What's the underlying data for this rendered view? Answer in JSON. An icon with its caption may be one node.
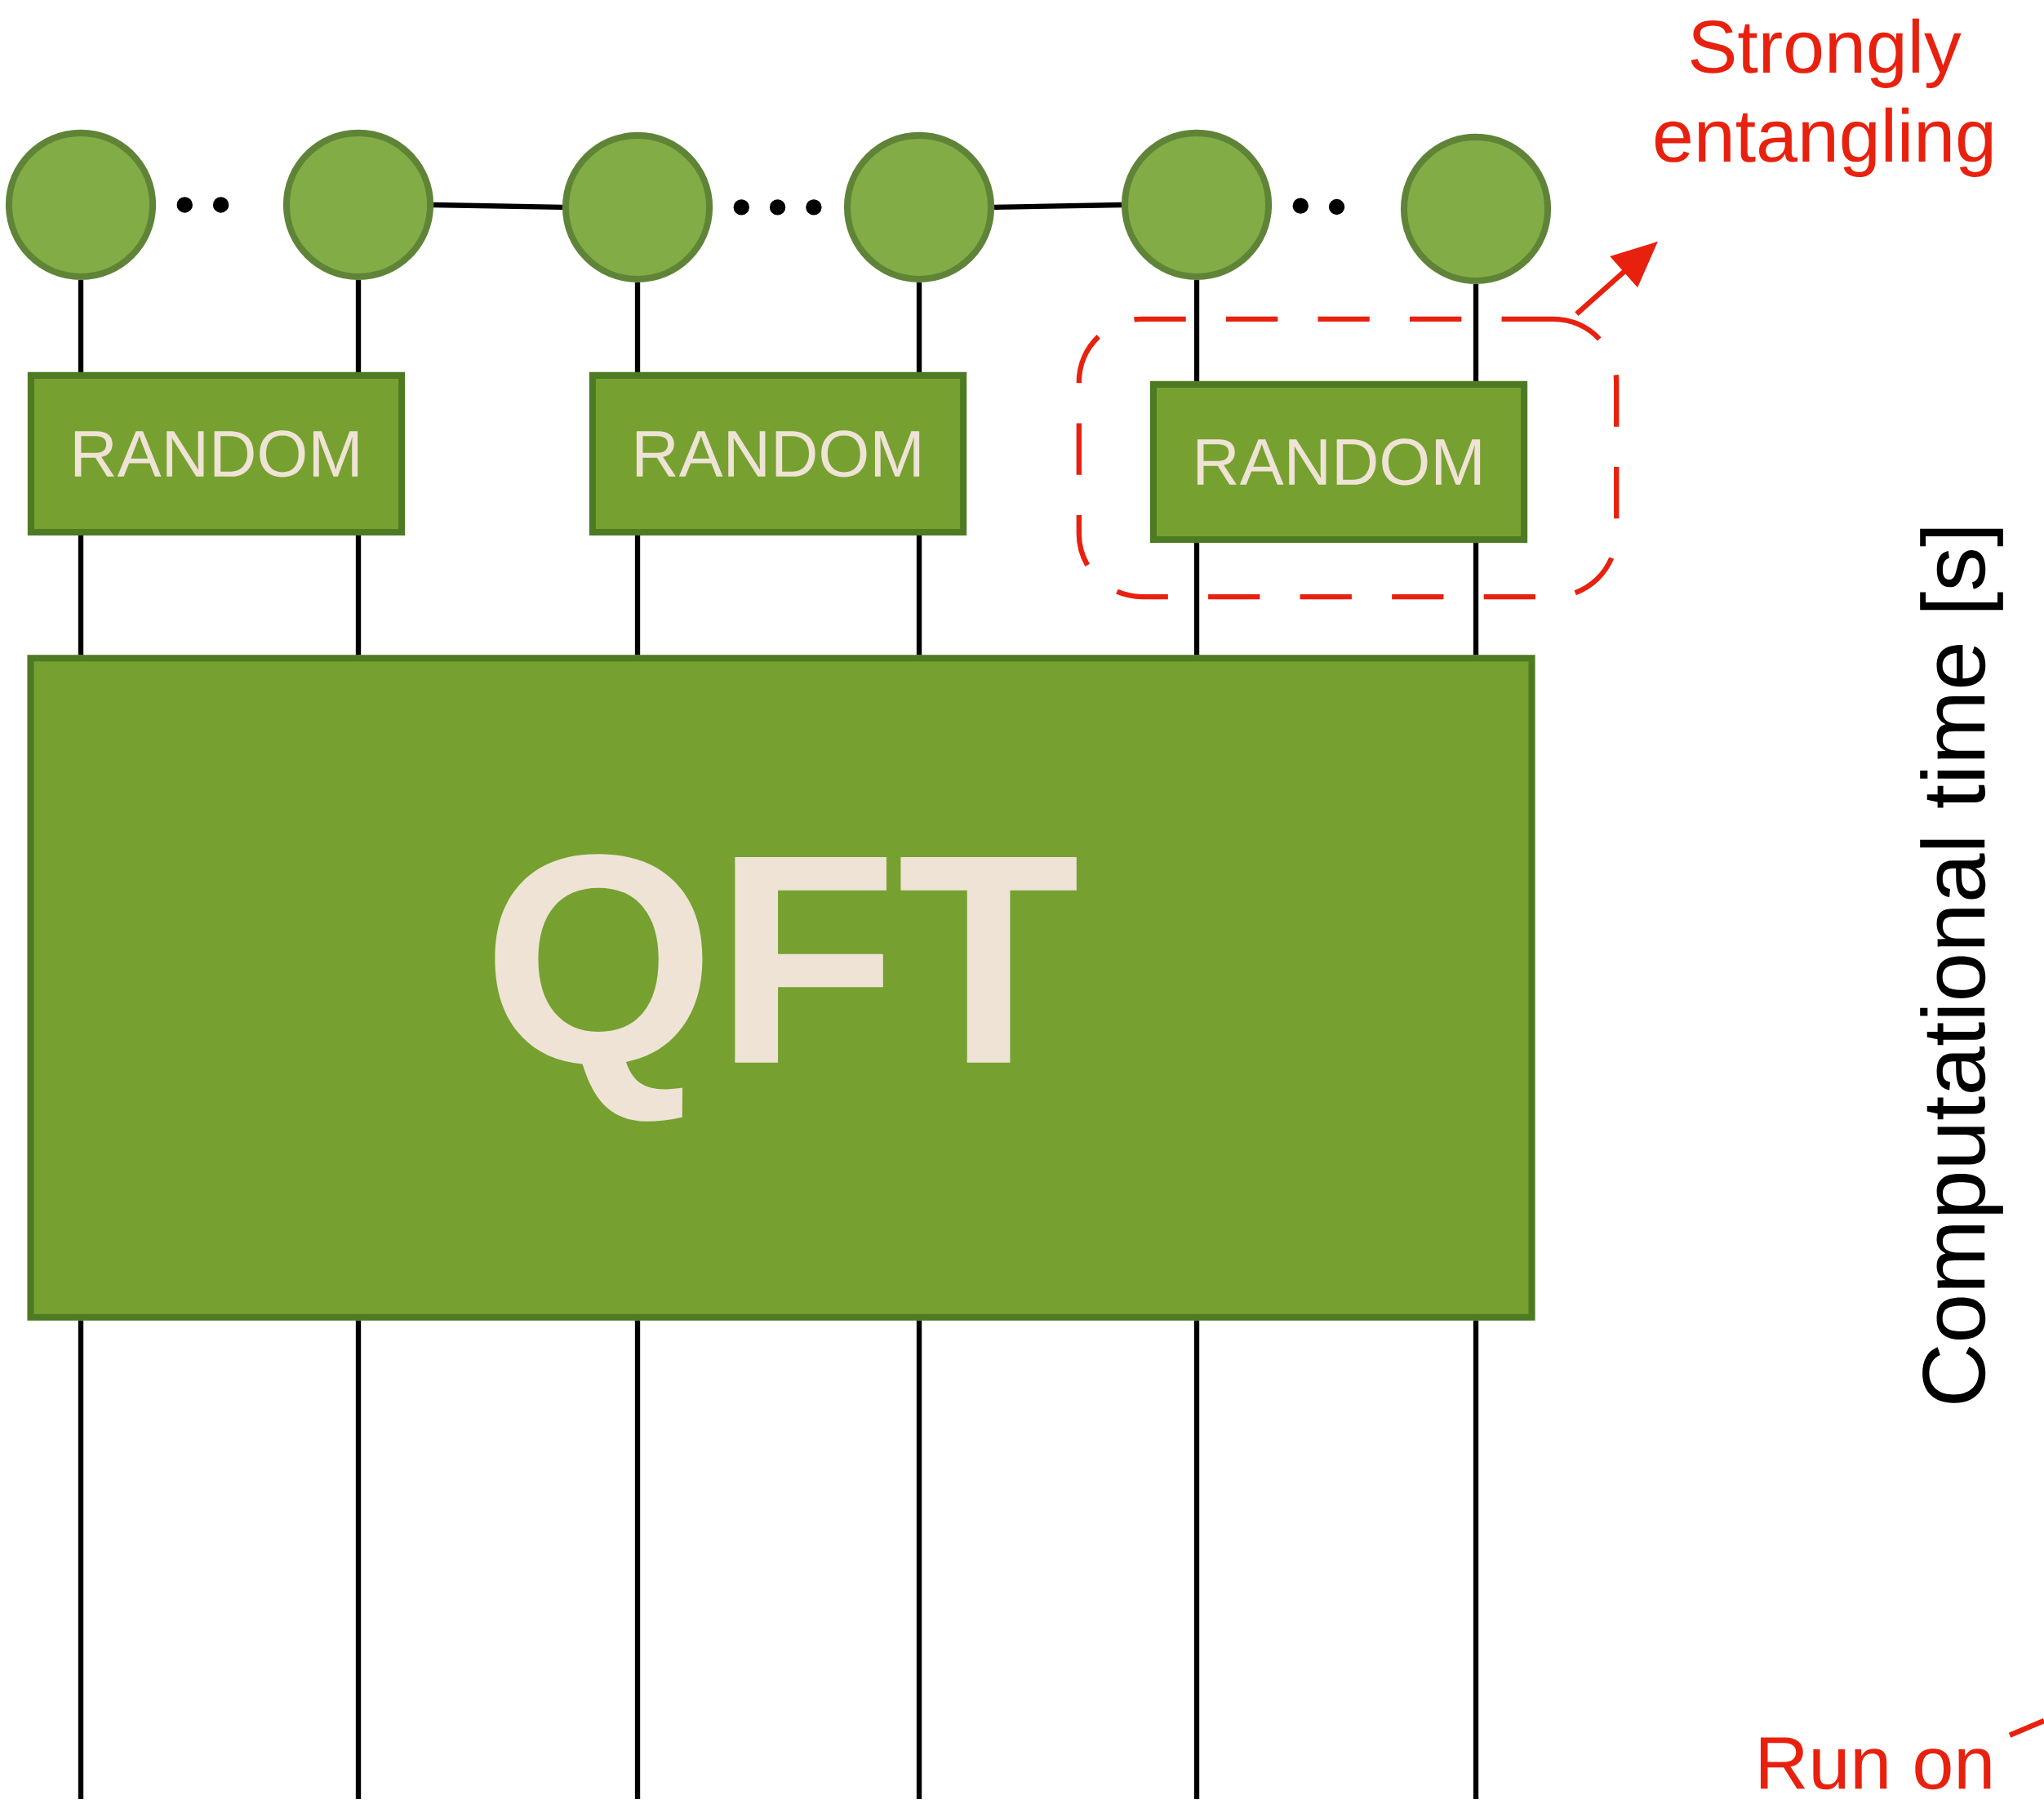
{
  "diagram": {
    "nodes": [
      {
        "text": [],
        "shape": "circle"
      },
      {
        "text": [],
        "shape": "circle"
      },
      {
        "text": [],
        "shape": "circle"
      },
      {
        "text": [],
        "shape": "circle"
      },
      {
        "text": [],
        "shape": "circle"
      },
      {
        "text": [],
        "shape": "circle"
      },
      {
        "text": [
          "RANDOM"
        ]
      },
      {
        "text": [
          "RANDOM"
        ]
      },
      {
        "text": [],
        "shape": "box"
      },
      {
        "text": [
          "RANDOM"
        ],
        "in": 8
      },
      {
        "text": [
          "QFT"
        ]
      },
      {
        "text": [
          "Strongly entangling"
        ]
      },
      {
        "text": [
          "Run on"
        ]
      }
    ],
    "edges": [
      {
        "from": 0,
        "to": 1,
        "arrow": "none",
        "style": "dashed"
      },
      {
        "from": 1,
        "to": 2,
        "arrow": "none"
      },
      {
        "from": 2,
        "to": 3,
        "arrow": "none",
        "style": "dashed"
      },
      {
        "from": 3,
        "to": 4,
        "arrow": "none"
      },
      {
        "from": 4,
        "to": 5,
        "arrow": "none",
        "style": "dashed"
      },
      {
        "from": 0,
        "to": 6,
        "arrow": "none"
      },
      {
        "from": 1,
        "to": 6,
        "arrow": "none"
      },
      {
        "from": 2,
        "to": 7,
        "arrow": "none"
      },
      {
        "from": 3,
        "to": 7,
        "arrow": "none"
      },
      {
        "from": 4,
        "to": 9,
        "arrow": "none"
      },
      {
        "from": 5,
        "to": 9,
        "arrow": "none"
      },
      {
        "from": 6,
        "to": 10,
        "arrow": "none"
      },
      {
        "from": 6,
        "to": 10,
        "arrow": "none"
      },
      {
        "from": 7,
        "to": 10,
        "arrow": "none"
      },
      {
        "from": 7,
        "to": 10,
        "arrow": "none"
      },
      {
        "from": 9,
        "to": 10,
        "arrow": "none"
      },
      {
        "from": 9,
        "to": 10,
        "arrow": "none"
      },
      {
        "from": 10,
        "to": null,
        "arrow": "none"
      },
      {
        "from": 10,
        "to": null,
        "arrow": "none"
      },
      {
        "from": 10,
        "to": null,
        "arrow": "none"
      },
      {
        "from": 10,
        "to": null,
        "arrow": "none"
      },
      {
        "from": 10,
        "to": null,
        "arrow": "none"
      },
      {
        "from": 10,
        "to": null,
        "arrow": "none"
      },
      {
        "from": 8,
        "to": 11,
        "arrow": "to",
        "color": "#e8210f"
      },
      {
        "from": 12,
        "to": null,
        "arrow": "none",
        "color": "#e8210f"
      }
    ],
    "labels": [
      "Computational time [s]"
    ]
  }
}
